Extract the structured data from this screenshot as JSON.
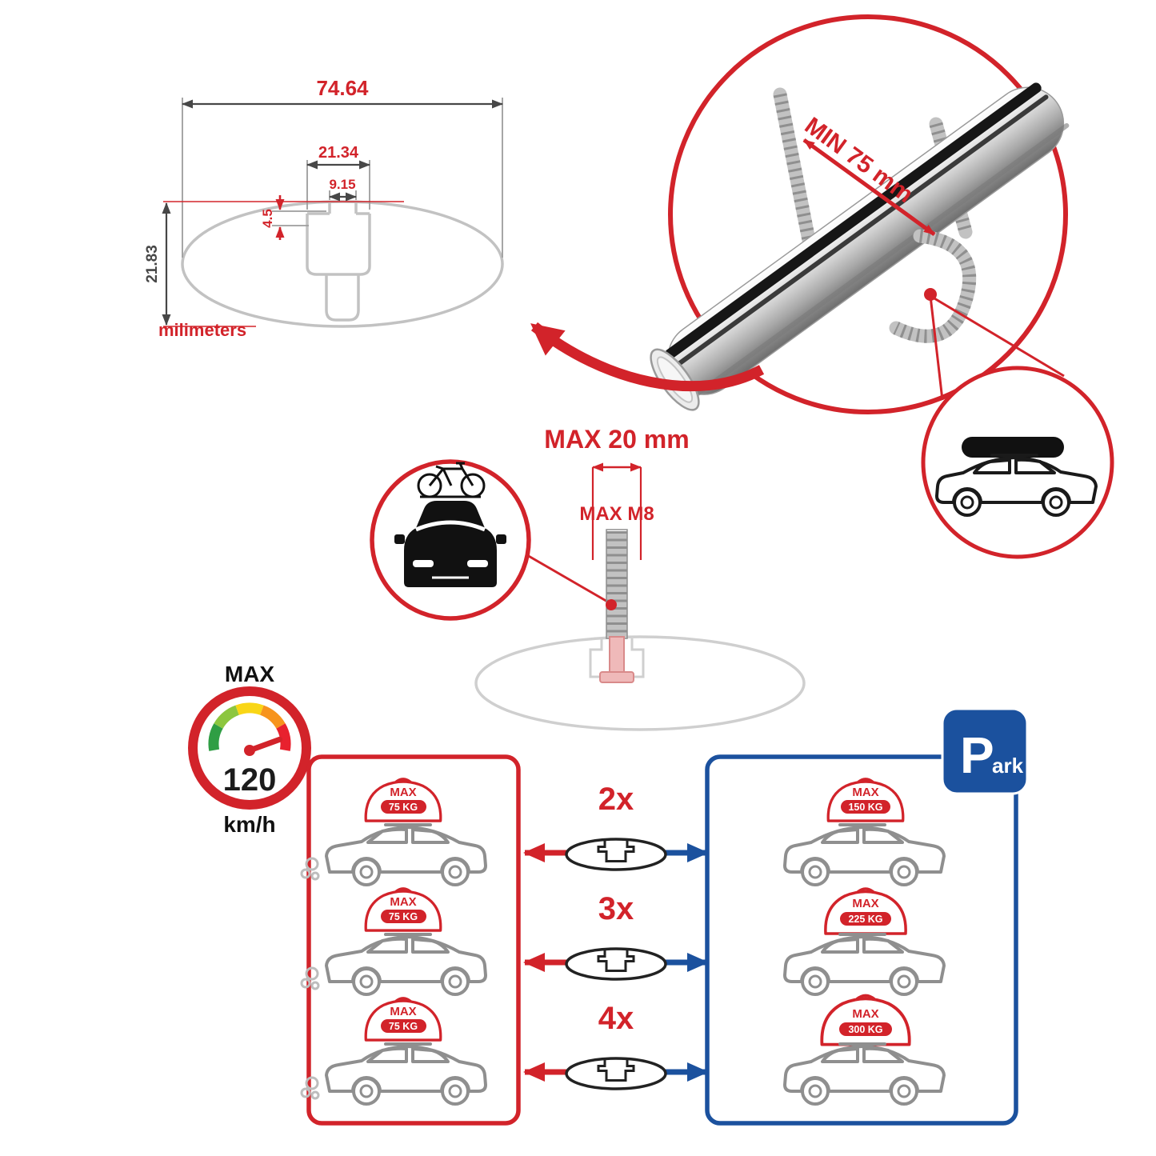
{
  "colors": {
    "accent_red": "#d2232a",
    "accent_blue": "#1b519e",
    "drawing_gray": "#c2c2c2",
    "line_dark": "#474747",
    "bar_silver": "#cfcfcf"
  },
  "cross_section_diagram": {
    "total_width": "74.64",
    "channel_width": "21.34",
    "opening_width": "9.15",
    "step_depth": "4.5",
    "total_height": "21.83",
    "units_label": "milimeters"
  },
  "bar_detail": {
    "min_clamp_span": "MIN 75 mm"
  },
  "bolt_detail": {
    "max_length": "MAX 20 mm",
    "max_thread": "MAX M8"
  },
  "speed_limit": {
    "title": "MAX",
    "value": "120",
    "unit": "km/h"
  },
  "parking_sign": {
    "letter": "P",
    "rest": "ark"
  },
  "comparison": {
    "multipliers": [
      "2x",
      "3x",
      "4x"
    ],
    "driving_loads": [
      {
        "prefix": "MAX",
        "value": "75 KG"
      },
      {
        "prefix": "MAX",
        "value": "75 KG"
      },
      {
        "prefix": "MAX",
        "value": "75 KG"
      }
    ],
    "parked_loads": [
      {
        "prefix": "MAX",
        "value": "150 KG"
      },
      {
        "prefix": "MAX",
        "value": "225 KG"
      },
      {
        "prefix": "MAX",
        "value": "300 KG"
      }
    ]
  },
  "icons": {
    "speed_gauge": "speedometer-icon",
    "parking": "parking-sign-icon",
    "suv_roofbox": "suv-with-roofbox-icon",
    "car_bike": "car-front-with-bike-icon",
    "crossbar_profile": "crossbar-profile-icon"
  }
}
